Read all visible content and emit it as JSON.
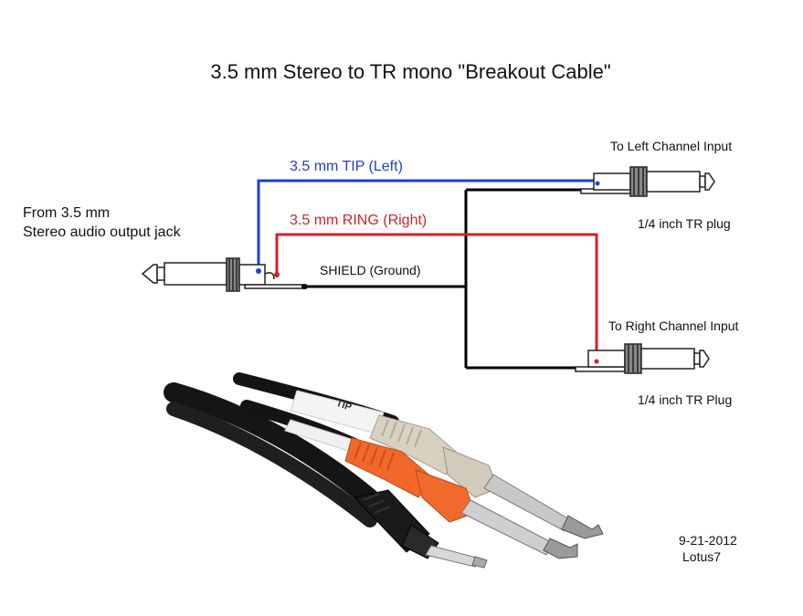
{
  "title": "3.5 mm Stereo to TR mono \"Breakout Cable\"",
  "source": {
    "line1": "From 3.5 mm",
    "line2": "Stereo audio output jack"
  },
  "wires": {
    "tip": {
      "label": "3.5 mm TIP (Left)",
      "color": "#1f3fd6"
    },
    "ring": {
      "label": "3.5 mm RING (Right)",
      "color": "#d4202a"
    },
    "shield": {
      "label": "SHIELD (Ground)",
      "color": "#000000"
    }
  },
  "left_output": {
    "label": "To Left Channel Input",
    "plug": "1/4 inch TR plug"
  },
  "right_output": {
    "label": "To Right Channel Input",
    "plug": "1/4 inch TR Plug"
  },
  "photo": {
    "sleeve_text": "TIP"
  },
  "footer": {
    "date": "9-21-2012",
    "author": "Lotus7"
  }
}
